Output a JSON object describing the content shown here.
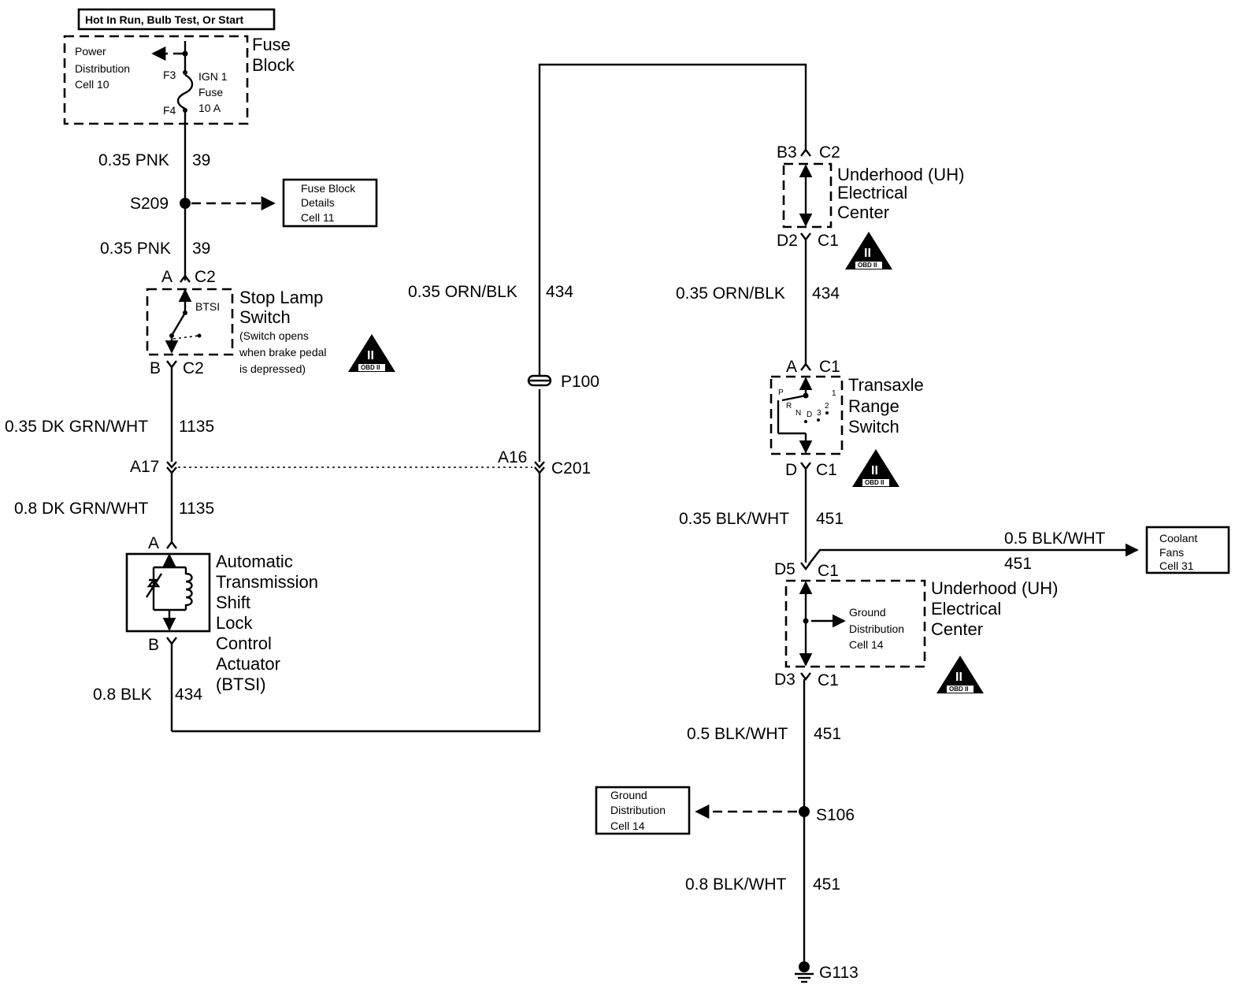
{
  "title_box": "Hot In Run, Bulb Test, Or Start",
  "fuse_block": {
    "title": [
      "Fuse",
      "Block"
    ],
    "power_ref": [
      "Power",
      "Distribution",
      "Cell 10"
    ],
    "terminal_top": "F3",
    "terminal_bottom": "F4",
    "fuse_label": [
      "IGN 1",
      "Fuse",
      "10 A"
    ]
  },
  "wires": {
    "w1": {
      "gauge": "0.35 PNK",
      "circuit": "39"
    },
    "w2": {
      "gauge": "0.35 PNK",
      "circuit": "39"
    },
    "w3": {
      "gauge": "0.35 DK GRN/WHT",
      "circuit": "1135"
    },
    "w4": {
      "gauge": "0.8 DK GRN/WHT",
      "circuit": "1135"
    },
    "w5": {
      "gauge": "0.8 BLK",
      "circuit": "434"
    },
    "w6": {
      "gauge": "0.35 ORN/BLK",
      "circuit": "434"
    },
    "w7": {
      "gauge": "0.35 ORN/BLK",
      "circuit": "434"
    },
    "w8": {
      "gauge": "0.35 BLK/WHT",
      "circuit": "451"
    },
    "w9": {
      "gauge": "0.5 BLK/WHT",
      "circuit": "451"
    },
    "w10": {
      "gauge": "0.5 BLK/WHT",
      "circuit": "451"
    },
    "w11": {
      "gauge": "0.8 BLK/WHT",
      "circuit": "451"
    }
  },
  "splices": {
    "s209": "S209",
    "s106": "S106",
    "p100": "P100",
    "g113": "G113"
  },
  "fuse_block_ref": [
    "Fuse Block",
    "Details",
    "Cell 11"
  ],
  "stop_lamp": {
    "top_pin": "A",
    "top_conn": "C2",
    "bottom_pin": "B",
    "bottom_conn": "C2",
    "btsi": "BTSI",
    "title": [
      "Stop Lamp",
      "Switch"
    ],
    "note": [
      "(Switch opens",
      "when brake pedal",
      "is depressed)"
    ]
  },
  "c201": {
    "left_pin": "A17",
    "right_pin": "A16",
    "conn": "C201"
  },
  "actuator": {
    "top_pin": "A",
    "bottom_pin": "B",
    "title": [
      "Automatic",
      "Transmission",
      "Shift",
      "Lock",
      "Control",
      "Actuator",
      "(BTSI)"
    ]
  },
  "uh_center_1": {
    "top_pin": "B3",
    "top_conn": "C2",
    "bottom_pin": "D2",
    "bottom_conn": "C1",
    "title": [
      "Underhood (UH)",
      "Electrical",
      "Center"
    ]
  },
  "range_switch": {
    "top_pin": "A",
    "top_conn": "C1",
    "bottom_pin": "D",
    "bottom_conn": "C1",
    "title": [
      "Transaxle",
      "Range",
      "Switch"
    ],
    "positions": [
      "P",
      "R",
      "N",
      "D",
      "3",
      "2",
      "1"
    ]
  },
  "uh_center_2": {
    "top_pin": "D5",
    "top_conn": "C1",
    "bottom_pin": "D3",
    "bottom_conn": "C1",
    "title": [
      "Underhood (UH)",
      "Electrical",
      "Center"
    ],
    "ground_ref": [
      "Ground",
      "Distribution",
      "Cell 14"
    ]
  },
  "coolant_ref": [
    "Coolant",
    "Fans",
    "Cell 31"
  ],
  "ground_dist_ref": [
    "Ground",
    "Distribution",
    "Cell 14"
  ],
  "obd_symbol": {
    "numeral": "II",
    "text": "OBD II"
  }
}
